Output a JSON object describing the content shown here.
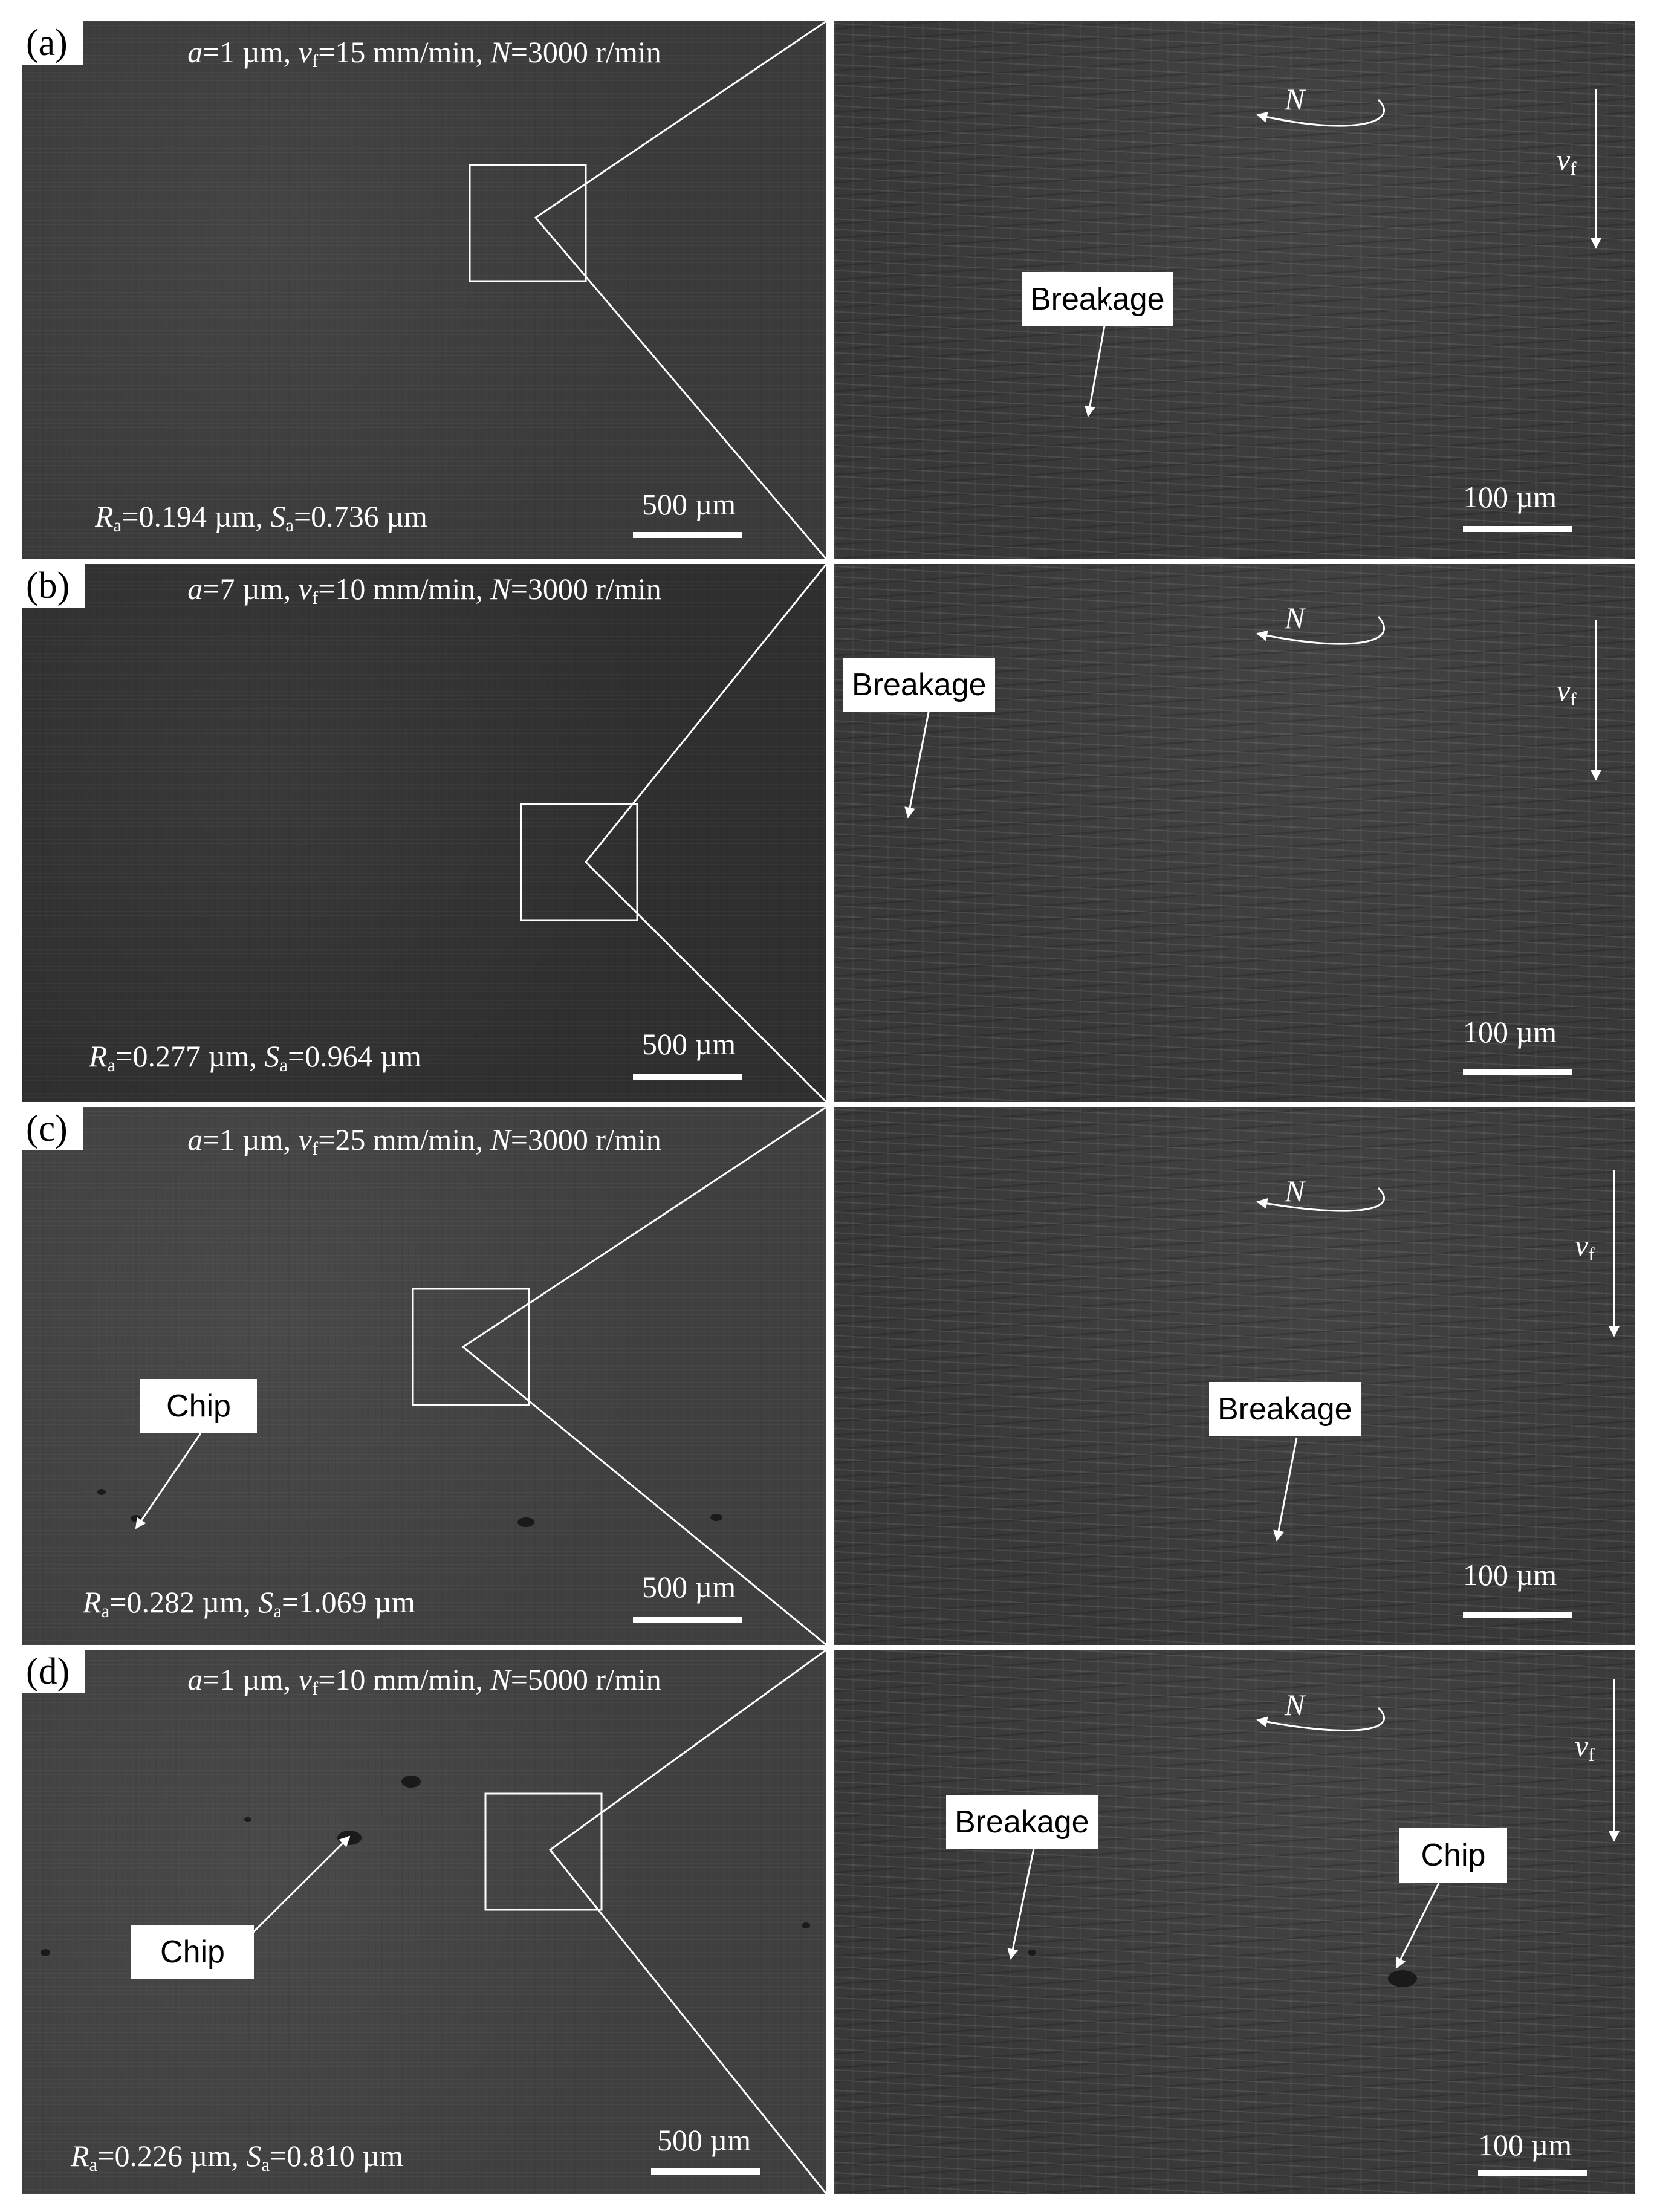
{
  "rows": [
    {
      "letter": "(a)",
      "params": {
        "a_val": "=1 µm, ",
        "vf_val": "=15 mm/min, ",
        "N_val": "=3000 r/min"
      },
      "roughness": {
        "Ra_val": "=0.194 µm, ",
        "Sa_val": "=0.736 µm"
      },
      "scale_left": "500 µm",
      "scale_right": "100 µm",
      "callouts_left": [],
      "callouts_right": [
        "Breakage"
      ]
    },
    {
      "letter": "(b)",
      "params": {
        "a_val": "=7 µm, ",
        "vf_val": "=10 mm/min, ",
        "N_val": "=3000 r/min"
      },
      "roughness": {
        "Ra_val": "=0.277 µm, ",
        "Sa_val": "=0.964 µm"
      },
      "scale_left": "500 µm",
      "scale_right": "100 µm",
      "callouts_left": [],
      "callouts_right": [
        "Breakage"
      ]
    },
    {
      "letter": "(c)",
      "params": {
        "a_val": "=1 µm, ",
        "vf_val": "=25 mm/min, ",
        "N_val": "=3000 r/min"
      },
      "roughness": {
        "Ra_val": "=0.282 µm, ",
        "Sa_val": "=1.069 µm"
      },
      "scale_left": "500 µm",
      "scale_right": "100 µm",
      "callouts_left": [
        "Chip"
      ],
      "callouts_right": [
        "Breakage"
      ]
    },
    {
      "letter": "(d)",
      "params": {
        "a_val": "=1 µm, ",
        "vf_val": "=10 mm/min, ",
        "N_val": "=5000 r/min"
      },
      "roughness": {
        "Ra_val": "=0.226 µm, ",
        "Sa_val": "=0.810 µm"
      },
      "scale_left": "500 µm",
      "scale_right": "100 µm",
      "callouts_left": [
        "Chip"
      ],
      "callouts_right": [
        "Breakage",
        "Chip"
      ]
    }
  ],
  "symbols": {
    "a": "a",
    "v": "v",
    "f": "f",
    "N": "N",
    "R": "R",
    "S": "S",
    "sub_a": "a"
  }
}
